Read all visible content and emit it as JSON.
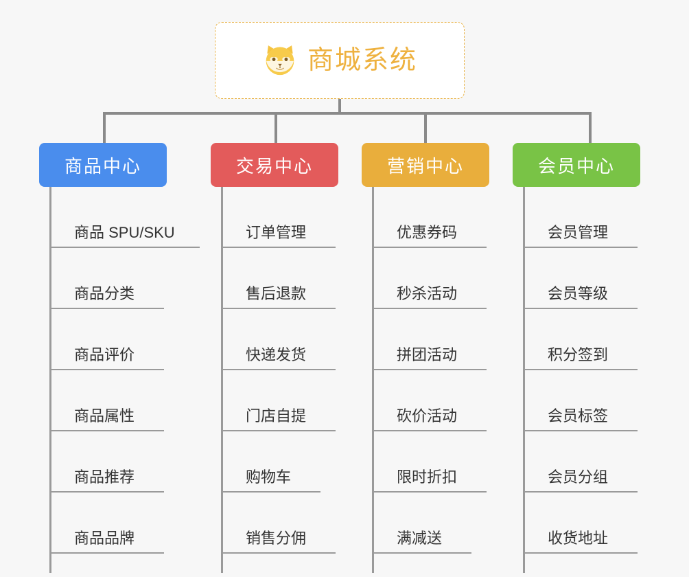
{
  "diagram": {
    "type": "mindmap",
    "background_color": "#f7f7f7",
    "root": {
      "title": "商城系统",
      "icon": "shiba-dog-face-icon",
      "text_color": "#eeb13f",
      "border_color": "#e9b44a",
      "fill_color": "#ffffff"
    },
    "connector_color": "#8a8a8a",
    "branches": [
      {
        "label": "商品中心",
        "color": "#4a8ded",
        "items": [
          "商品 SPU/SKU",
          "商品分类",
          "商品评价",
          "商品属性",
          "商品推荐",
          "商品品牌"
        ]
      },
      {
        "label": "交易中心",
        "color": "#e35b5b",
        "items": [
          "订单管理",
          "售后退款",
          "快递发货",
          "门店自提",
          "购物车",
          "销售分佣"
        ]
      },
      {
        "label": "营销中心",
        "color": "#e9ae3c",
        "items": [
          "优惠券码",
          "秒杀活动",
          "拼团活动",
          "砍价活动",
          "限时折扣",
          "满减送"
        ]
      },
      {
        "label": "会员中心",
        "color": "#79c346",
        "items": [
          "会员管理",
          "会员等级",
          "积分签到",
          "会员标签",
          "会员分组",
          "收货地址"
        ]
      }
    ]
  }
}
